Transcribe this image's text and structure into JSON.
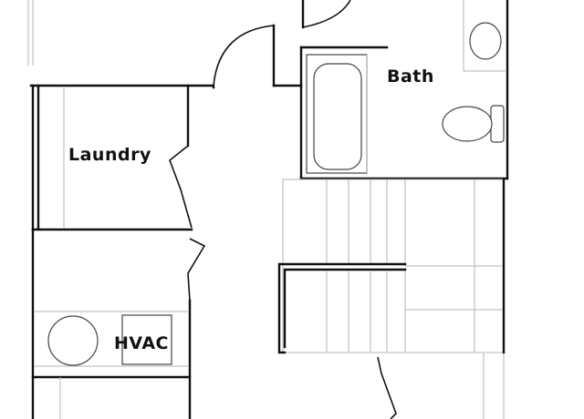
{
  "plan": {
    "rooms": {
      "laundry": {
        "label": "Laundry"
      },
      "bath": {
        "label": "Bath"
      },
      "hvac": {
        "label": "HVAC"
      }
    }
  }
}
